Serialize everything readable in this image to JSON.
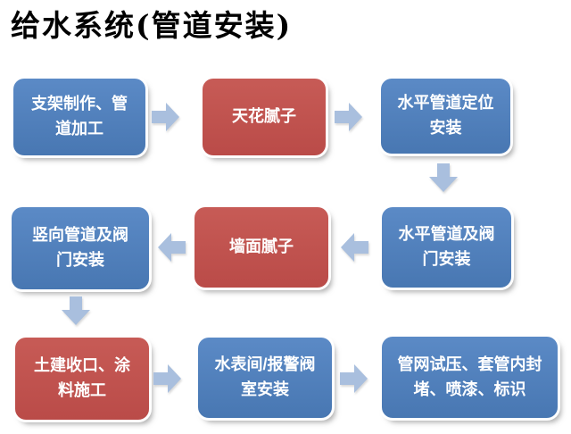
{
  "title": "给水系统(管道安装)",
  "colors": {
    "box_blue": "#4B7EBC",
    "box_red": "#C0504D",
    "arrow": "#A9BFDE",
    "box_text": "#FFFFFF",
    "title_text": "#000000",
    "background": "#FFFFFF"
  },
  "flow": {
    "boxes": [
      {
        "id": "box-1",
        "label": "支架制作、管\n道加工",
        "variant": "blue"
      },
      {
        "id": "box-2",
        "label": "天花腻子",
        "variant": "red"
      },
      {
        "id": "box-3",
        "label": "水平管道定位\n安装",
        "variant": "blue"
      },
      {
        "id": "box-4",
        "label": "水平管道及阀\n门安装",
        "variant": "blue"
      },
      {
        "id": "box-5",
        "label": "墙面腻子",
        "variant": "red"
      },
      {
        "id": "box-6",
        "label": "竖向管道及阀\n门安装",
        "variant": "blue"
      },
      {
        "id": "box-7",
        "label": "土建收口、涂\n料施工",
        "variant": "red"
      },
      {
        "id": "box-8",
        "label": "水表间/报警阀\n室安装",
        "variant": "blue"
      },
      {
        "id": "box-9",
        "label": "管网试压、套管内封\n堵、喷漆、标识",
        "variant": "blue"
      }
    ],
    "arrows": [
      {
        "from": "box-1",
        "to": "box-2",
        "direction": "right"
      },
      {
        "from": "box-2",
        "to": "box-3",
        "direction": "right"
      },
      {
        "from": "box-3",
        "to": "box-4",
        "direction": "down"
      },
      {
        "from": "box-4",
        "to": "box-5",
        "direction": "left"
      },
      {
        "from": "box-5",
        "to": "box-6",
        "direction": "left"
      },
      {
        "from": "box-6",
        "to": "box-7",
        "direction": "down"
      },
      {
        "from": "box-7",
        "to": "box-8",
        "direction": "right"
      },
      {
        "from": "box-8",
        "to": "box-9",
        "direction": "right"
      }
    ]
  }
}
